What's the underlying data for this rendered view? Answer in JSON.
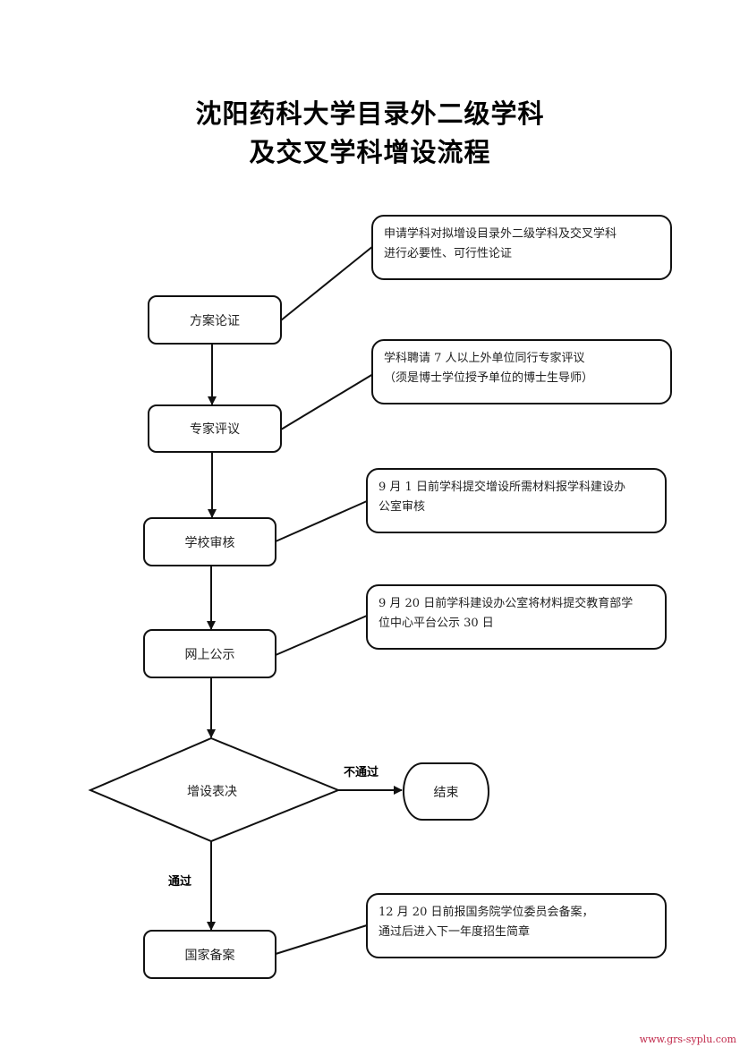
{
  "title": {
    "line1": "沈阳药科大学目录外二级学科",
    "line2": "及交叉学科增设流程"
  },
  "steps": [
    {
      "label": "方案论证",
      "note": [
        "申请学科对拟增设目录外二级学科及交叉学科",
        "进行必要性、可行性论证"
      ]
    },
    {
      "label": "专家评议",
      "note": [
        "学科聘请 7 人以上外单位同行专家评议",
        "（须是博士学位授予单位的博士生导师）"
      ]
    },
    {
      "label": "学校审核",
      "note": [
        "9 月 1 日前学科提交增设所需材料报学科建设办",
        "公室审核"
      ]
    },
    {
      "label": "网上公示",
      "note": [
        "9 月 20 日前学科建设办公室将材料提交教育部学",
        "位中心平台公示 30 日"
      ]
    }
  ],
  "decision": {
    "label": "增设表决",
    "fail_label": "不通过",
    "pass_label": "通过",
    "end_label": "结束"
  },
  "final_step": {
    "label": "国家备案",
    "note": [
      "12 月 20 日前报国务院学位委员会备案，",
      "通过后进入下一年度招生简章"
    ]
  },
  "watermark": "www.grs-syplu.com"
}
